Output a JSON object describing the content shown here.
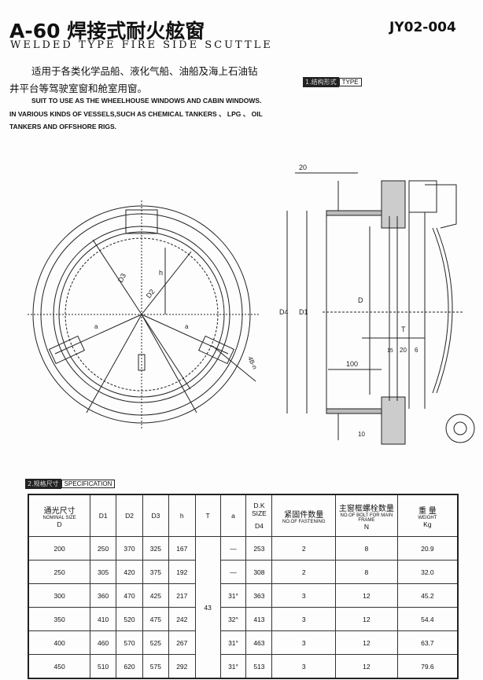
{
  "header": {
    "title": "A-60 焊接式耐火舷窗",
    "subtitle": "WELDED TYPE FIRE SIDE SCUTTLE",
    "code": "JY02-004"
  },
  "description": {
    "cn": "适用于各类化学品船、液化气船、油船及海上石油钻井平台等驾驶室窗和舱室用窗。",
    "en": "SUIT TO USE AS THE WHEELHOUSE WINDOWS AND CABIN WINDOWS. IN VARIOUS KINDS OF VESSELS,SUCH AS CHEMICAL TANKERS 、 LPG 、 OIL TANKERS AND OFFSHORE RIGS."
  },
  "type_tag": {
    "num": "1.",
    "cn": "结构形式",
    "en": "TYPE"
  },
  "front_view_labels": {
    "d3": "D3",
    "d2": "D2",
    "h": "h",
    "a1": "a",
    "a2": "a",
    "bolt": "4B-n"
  },
  "section_view_labels": {
    "top20": "20",
    "d4": "D4",
    "d1": "D1",
    "d": "D",
    "t": "T",
    "dim15": "15",
    "dim20": "20",
    "dim6": "6",
    "dim100": "100",
    "dim10": "10"
  },
  "spec_tag": {
    "num": "2.",
    "cn": "规格尺寸",
    "en": "SPECIFICATION"
  },
  "table": {
    "headers": {
      "d_cn": "通光尺寸",
      "d_en": "NOMINAL SIZE",
      "d_sym": "D",
      "d1": "D1",
      "d2": "D2",
      "d3": "D3",
      "h": "h",
      "t": "T",
      "a": "a",
      "d4_top": "D.K SIZE",
      "d4": "D4",
      "fast_cn": "紧固件数量",
      "fast_en": "NO.OF FASTENING",
      "bolt_cn": "主窗框螺栓数量",
      "bolt_en": "NO.OF BOLT FOR MAIN FRAME",
      "bolt_sym": "N",
      "w_cn": "重 量",
      "w_en": "WEIGHT",
      "w_unit": "Kg"
    },
    "t_value": "43",
    "rows": [
      [
        "200",
        "250",
        "370",
        "325",
        "167",
        "—",
        "253",
        "2",
        "8",
        "20.9"
      ],
      [
        "250",
        "305",
        "420",
        "375",
        "192",
        "—",
        "308",
        "2",
        "8",
        "32.0"
      ],
      [
        "300",
        "360",
        "470",
        "425",
        "217",
        "31°",
        "363",
        "3",
        "12",
        "45.2"
      ],
      [
        "350",
        "410",
        "520",
        "475",
        "242",
        "32°",
        "413",
        "3",
        "12",
        "54.4"
      ],
      [
        "400",
        "460",
        "570",
        "525",
        "267",
        "31°",
        "463",
        "3",
        "12",
        "63.7"
      ],
      [
        "450",
        "510",
        "620",
        "575",
        "292",
        "31°",
        "513",
        "3",
        "12",
        "79.6"
      ]
    ]
  }
}
